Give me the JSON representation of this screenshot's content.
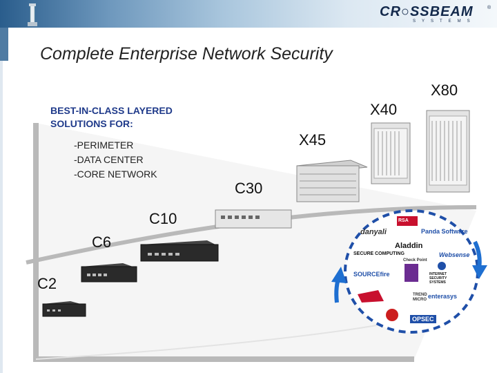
{
  "slide": {
    "title": "Complete Enterprise Network Security"
  },
  "brand": {
    "logo_text": "CR○SSBEAM",
    "logo_sub": "SYSTEMS",
    "logo_mark": "®"
  },
  "intro": {
    "heading_line1": "BEST-IN-CLASS LAYERED",
    "heading_line2": "SOLUTIONS FOR:",
    "bullets": [
      "-PERIMETER",
      "-DATA CENTER",
      "-CORE NETWORK"
    ]
  },
  "models": {
    "x80": "X80",
    "x40": "X40",
    "x45": "X45",
    "c30": "C30",
    "c10": "C10",
    "c6": "C6",
    "c2": "C2"
  },
  "partners": {
    "rsa": "RSA",
    "danyali": "danyali",
    "panda": "Panda Software",
    "aladdin": "Aladdin",
    "secure_computing": "SECURE COMPUTING",
    "websense": "Websense",
    "checkpoint": "Check Point",
    "sourcefire": "SOURCEfire",
    "iss": "INTERNET SECURITY SYSTEMS",
    "enterasys": "enterasys",
    "trend": "TREND MICRO",
    "opsec": "OPSEC"
  },
  "colors": {
    "banner_dark": "#2a5d8c",
    "heading_blue": "#1f3a8a",
    "arrow_blue": "#1e6fd1",
    "ring_blue": "#1f4fa8"
  }
}
